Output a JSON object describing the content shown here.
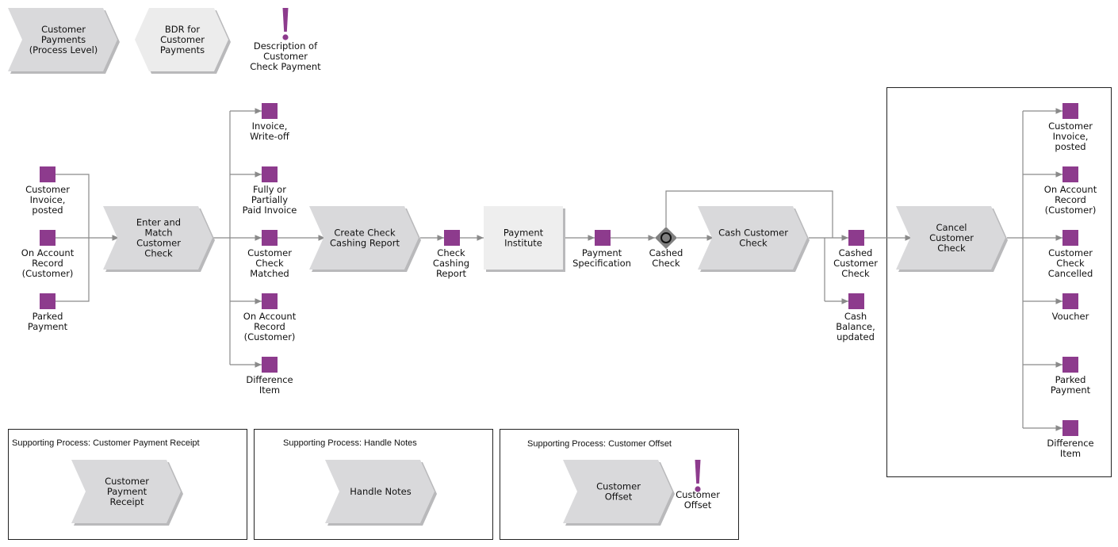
{
  "colors": {
    "event": "#8d3b8d",
    "function_fill": "#d9d9db",
    "function_shadow": "#b9b9bb",
    "process_if_fill": "#ececec",
    "org_fill": "#eeeeee",
    "line": "#8a8a8a",
    "gateway": "#808080"
  },
  "top": {
    "process_level": [
      "Customer",
      "Payments",
      "(Process Level)"
    ],
    "bdr": [
      "BDR for",
      "Customer",
      "Payments"
    ],
    "description": [
      "Description of",
      "Customer",
      "Check Payment"
    ]
  },
  "inputs": [
    [
      "Customer",
      "Invoice,",
      "posted"
    ],
    [
      "On Account",
      "Record",
      "(Customer)"
    ],
    [
      "Parked",
      "Payment"
    ]
  ],
  "functions": {
    "enter_match": [
      "Enter and",
      "Match",
      "Customer",
      "Check"
    ],
    "create_report": [
      "Create Check",
      "Cashing Report"
    ],
    "cash_check": [
      "Cash Customer",
      "Check"
    ],
    "cancel_check": [
      "Cancel",
      "Customer",
      "Check"
    ]
  },
  "branch1_events": [
    [
      "Invoice,",
      "Write-off"
    ],
    [
      "Fully or",
      "Partially",
      "Paid Invoice"
    ],
    [
      "Customer",
      "Check",
      "Matched"
    ],
    [
      "On Account",
      "Record",
      "(Customer)"
    ],
    [
      "Difference",
      "Item"
    ]
  ],
  "middle": {
    "check_cashing_report": [
      "Check",
      "Cashing",
      "Report"
    ],
    "payment_institute": [
      "Payment",
      "Institute"
    ],
    "payment_specification": [
      "Payment",
      "Specification"
    ],
    "cashed_check": [
      "Cashed",
      "Check"
    ],
    "cashed_customer_check": [
      "Cashed",
      "Customer",
      "Check"
    ],
    "cash_balance": [
      "Cash",
      "Balance,",
      "updated"
    ]
  },
  "cancel_events": [
    [
      "Customer",
      "Invoice,",
      "posted"
    ],
    [
      "On Account",
      "Record",
      "(Customer)"
    ],
    [
      "Customer",
      "Check",
      "Cancelled"
    ],
    [
      "Voucher"
    ],
    [
      "Parked",
      "Payment"
    ],
    [
      "Difference",
      "Item"
    ]
  ],
  "supporting": {
    "receipt": {
      "title": "Supporting Process: Customer Payment Receipt",
      "label": [
        "Customer",
        "Payment",
        "Receipt"
      ]
    },
    "notes": {
      "title": "Supporting Process: Handle Notes",
      "label": [
        "Handle Notes"
      ]
    },
    "offset": {
      "title": "Supporting Process: Customer Offset",
      "label": [
        "Customer",
        "Offset"
      ],
      "note": [
        "Customer",
        "Offset"
      ]
    }
  }
}
